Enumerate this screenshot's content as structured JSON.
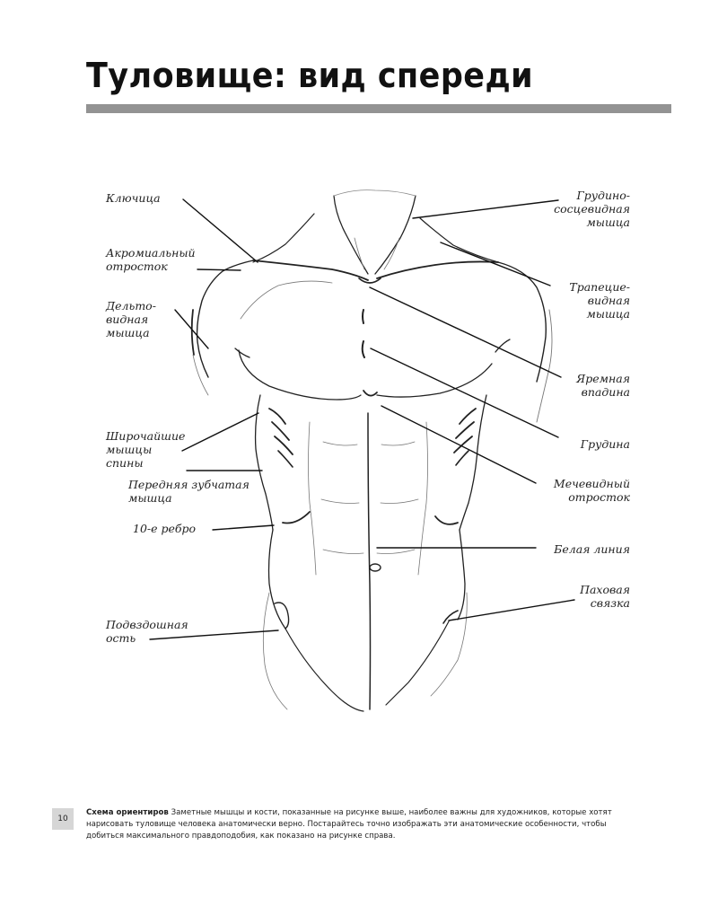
{
  "header": {
    "title": "Туловище: вид спереди"
  },
  "figure": {
    "labels": {
      "klyuchitsa": "Ключица",
      "akromialny": "Акромиальный\nотросток",
      "deltovidnaya": "Дельто-\nвидная\nмышца",
      "shirochayshie": "Широчайшие\nмышцы\nспины",
      "perednyaya_zubchataya": "Передняя зубчатая\nмышца",
      "rebro10": "10-е ребро",
      "podvzdoshnaya": "Подвздошная\nость",
      "grudino": "Грудино-\nсосцевидная\nмышца",
      "trapetsie": "Трапецие-\nвидная\nмышца",
      "yaremnaya": "Яремная\nвпадина",
      "grudina": "Грудина",
      "mechevidny": "Мечевидный\nотросток",
      "belaya_liniya": "Белая линия",
      "pahovaya": "Паховая\nсвязка"
    }
  },
  "caption": {
    "lead": "Схема ориентиров",
    "text": " Заметные мышцы и кости, показанные на рисунке выше, наиболее важны для художников, которые хотят нарисовать туловище человека анатомически верно. Постарайтесь точно изображать эти анатомические особенности, чтобы добиться максимального правдоподобия, как показано на рисунке справа."
  },
  "footer": {
    "page_number": "10"
  }
}
